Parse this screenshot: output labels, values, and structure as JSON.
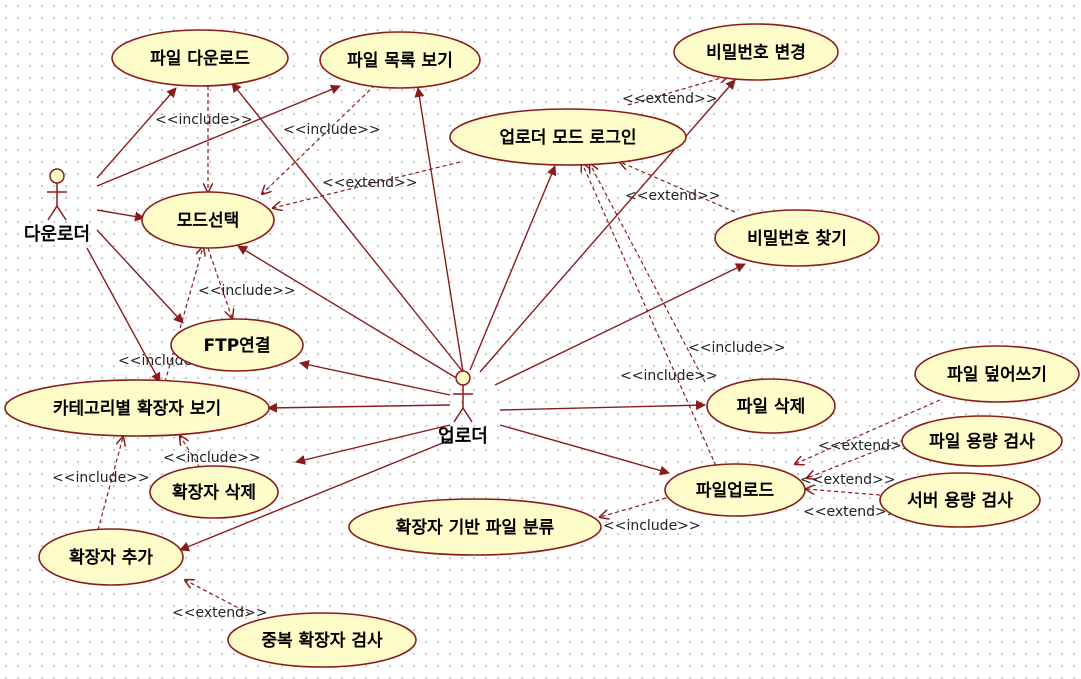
{
  "actors": [
    {
      "id": "downloader",
      "name": "다운로더"
    },
    {
      "id": "uploader",
      "name": "업로더"
    }
  ],
  "use_cases": [
    {
      "id": "file_download",
      "label": "파일 다운로드"
    },
    {
      "id": "file_list",
      "label": "파일 목록 보기"
    },
    {
      "id": "change_password",
      "label": "비밀번호 변경"
    },
    {
      "id": "uploader_login",
      "label": "업로더 모드 로그인"
    },
    {
      "id": "mode_select",
      "label": "모드선택"
    },
    {
      "id": "find_password",
      "label": "비밀번호 찾기"
    },
    {
      "id": "ftp_connect",
      "label": "FTP연결"
    },
    {
      "id": "ext_by_category",
      "label": "카테고리별 확장자 보기"
    },
    {
      "id": "delete_file",
      "label": "파일 삭제"
    },
    {
      "id": "overwrite_file",
      "label": "파일 덮어쓰기"
    },
    {
      "id": "file_size_check",
      "label": "파일 용량 검사"
    },
    {
      "id": "delete_extension",
      "label": "확장자 삭제"
    },
    {
      "id": "file_upload",
      "label": "파일업로드"
    },
    {
      "id": "server_capacity_check",
      "label": "서버 용량 검사"
    },
    {
      "id": "ext_based_classify",
      "label": "확장자 기반 파일 분류"
    },
    {
      "id": "add_extension",
      "label": "확장자 추가"
    },
    {
      "id": "dup_ext_check",
      "label": "중복 확장자 검사"
    }
  ],
  "associations": [
    {
      "actor": "downloader",
      "use_case": "file_download"
    },
    {
      "actor": "downloader",
      "use_case": "file_list"
    },
    {
      "actor": "downloader",
      "use_case": "mode_select"
    },
    {
      "actor": "downloader",
      "use_case": "ftp_connect"
    },
    {
      "actor": "downloader",
      "use_case": "ext_by_category"
    },
    {
      "actor": "uploader",
      "use_case": "file_download"
    },
    {
      "actor": "uploader",
      "use_case": "file_list"
    },
    {
      "actor": "uploader",
      "use_case": "mode_select"
    },
    {
      "actor": "uploader",
      "use_case": "uploader_login"
    },
    {
      "actor": "uploader",
      "use_case": "change_password"
    },
    {
      "actor": "uploader",
      "use_case": "find_password"
    },
    {
      "actor": "uploader",
      "use_case": "ftp_connect"
    },
    {
      "actor": "uploader",
      "use_case": "ext_by_category"
    },
    {
      "actor": "uploader",
      "use_case": "delete_file"
    },
    {
      "actor": "uploader",
      "use_case": "file_upload"
    },
    {
      "actor": "uploader",
      "use_case": "delete_extension"
    },
    {
      "actor": "uploader",
      "use_case": "add_extension"
    }
  ],
  "dependencies": [
    {
      "from": "file_download",
      "to": "mode_select",
      "stereotype": "<<include>>"
    },
    {
      "from": "file_list",
      "to": "mode_select",
      "stereotype": "<<include>>"
    },
    {
      "from": "uploader_login",
      "to": "mode_select",
      "stereotype": "<<extend>>"
    },
    {
      "from": "mode_select",
      "to": "ftp_connect",
      "stereotype": "<<include>>"
    },
    {
      "from": "ext_by_category",
      "to": "mode_select",
      "stereotype": "<<include>>"
    },
    {
      "from": "change_password",
      "to": "uploader_login",
      "stereotype": "<<extend>>"
    },
    {
      "from": "find_password",
      "to": "uploader_login",
      "stereotype": "<<extend>>"
    },
    {
      "from": "delete_file",
      "to": "uploader_login",
      "stereotype": "<<include>>"
    },
    {
      "from": "file_upload",
      "to": "uploader_login",
      "stereotype": "<<include>>"
    },
    {
      "from": "delete_extension",
      "to": "ext_by_category",
      "stereotype": "<<include>>"
    },
    {
      "from": "add_extension",
      "to": "ext_by_category",
      "stereotype": "<<include>>"
    },
    {
      "from": "overwrite_file",
      "to": "file_upload",
      "stereotype": "<<extend>>"
    },
    {
      "from": "file_size_check",
      "to": "file_upload",
      "stereotype": "<<extend>>"
    },
    {
      "from": "server_capacity_check",
      "to": "file_upload",
      "stereotype": "<<extend>>"
    },
    {
      "from": "file_upload",
      "to": "ext_based_classify",
      "stereotype": "<<include>>"
    },
    {
      "from": "dup_ext_check",
      "to": "add_extension",
      "stereotype": "<<extend>>"
    }
  ],
  "colors": {
    "line": "#8a1c1c",
    "use_case_fill": "#fefcc8",
    "background_dots": "#c9c9c9"
  }
}
